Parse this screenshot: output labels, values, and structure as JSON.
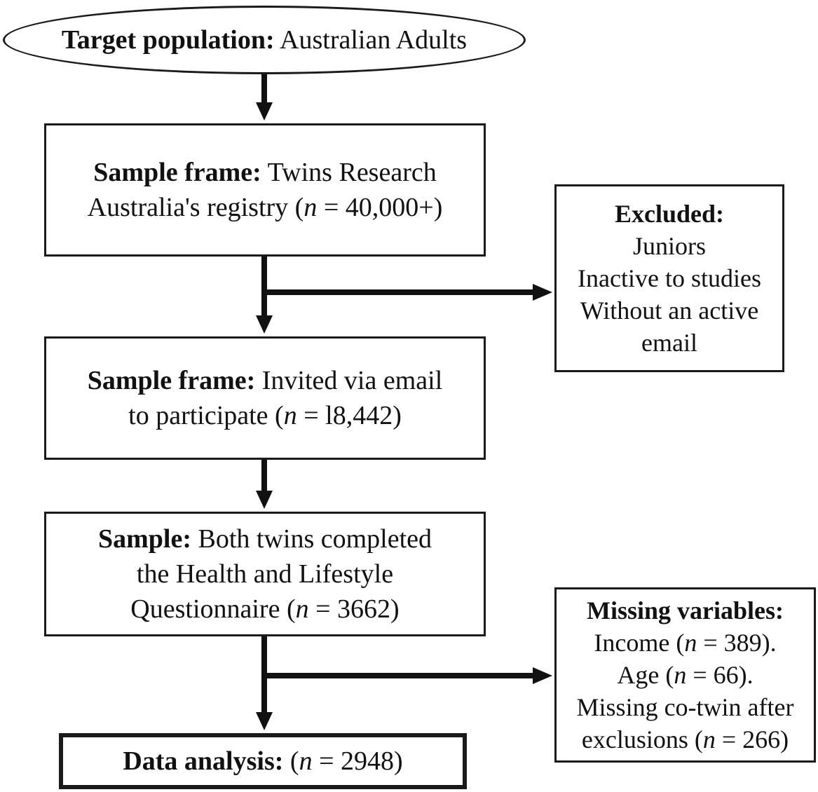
{
  "target": {
    "label": "Target population:",
    "text": " Australian Adults"
  },
  "registry": {
    "label": "Sample frame:",
    "line1_text": " Twins Research",
    "line2_pre": "Australia's registry (",
    "n": "n",
    "line2_post": " = 40,000+)"
  },
  "excluded": {
    "label": "Excluded:",
    "items": [
      "Juniors",
      "Inactive to studies",
      "Without an active",
      "email"
    ]
  },
  "invited": {
    "label": "Sample frame:",
    "line1_text": " Invited via email",
    "line2_pre": "to participate (",
    "n": "n",
    "line2_post": " = l8,442)"
  },
  "sample": {
    "label": "Sample:",
    "line1_text": " Both twins completed",
    "line2": "the Health and Lifestyle",
    "line3_pre": "Questionnaire (",
    "n": "n",
    "line3_post": " = 3662)"
  },
  "missing": {
    "label": "Missing variables:",
    "income_pre": "Income (",
    "income_n": "n",
    "income_post": " = 389).",
    "age_pre": "Age (",
    "age_n": "n",
    "age_post": " = 66).",
    "cotwin_line1": "Missing co-twin after",
    "cotwin_pre": "exclusions (",
    "cotwin_n": "n",
    "cotwin_post": " = 266)"
  },
  "analysis": {
    "label": "Data analysis:",
    "pre": " (",
    "n": "n",
    "post": " = 2948)"
  }
}
